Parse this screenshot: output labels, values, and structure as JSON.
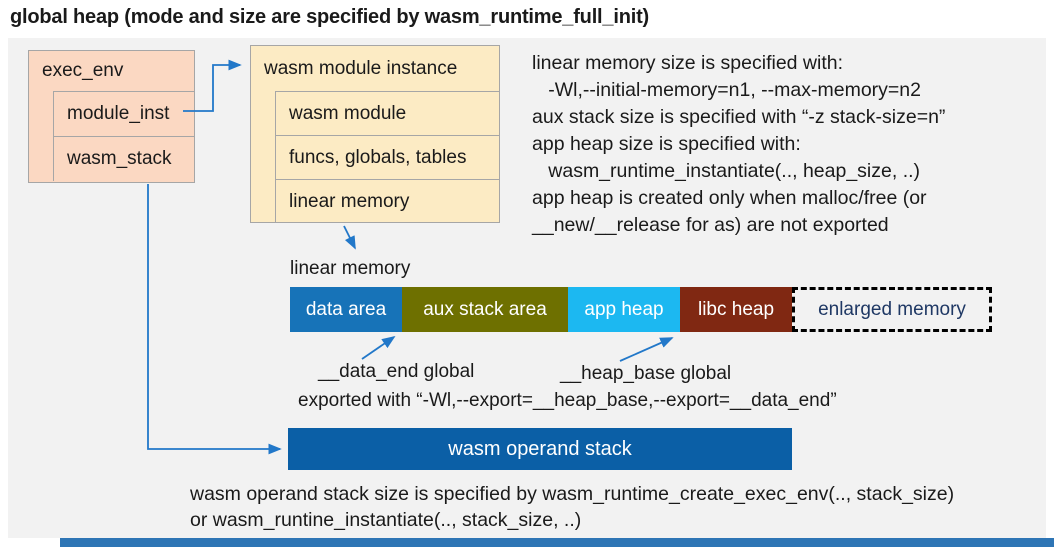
{
  "title": "global heap (mode and size are specified by wasm_runtime_full_init)",
  "exec_env": {
    "header": "exec_env",
    "rows": [
      "module_inst",
      "wasm_stack"
    ]
  },
  "module_instance": {
    "header": "wasm module instance",
    "rows": [
      "wasm module",
      "funcs, globals, tables",
      "linear memory"
    ]
  },
  "notes_right": "linear memory size is specified with:\n   -Wl,--initial-memory=n1, --max-memory=n2\naux stack size is specified with “-z stack-size=n”\napp heap size is specified with:\n   wasm_runtime_instantiate(.., heap_size, ..)\napp heap is created only when malloc/free (or\n__new/__release for as) are not exported",
  "linear_memory": {
    "label": "linear memory",
    "segments": [
      {
        "label": "data area",
        "color": "#1773b8"
      },
      {
        "label": "aux stack area",
        "color": "#6e7000"
      },
      {
        "label": "app heap",
        "color": "#1cb8f1"
      },
      {
        "label": "libc heap",
        "color": "#802812"
      },
      {
        "label": "enlarged memory",
        "color": ""
      }
    ]
  },
  "annotations": {
    "data_end": "__data_end global",
    "heap_base": "__heap_base global",
    "exported": "exported with “-Wl,--export=__heap_base,--export=__data_end”"
  },
  "operand_stack": {
    "label": "wasm operand stack",
    "note": "wasm operand stack size is specified by wasm_runtime_create_exec_env(.., stack_size)\nor wasm_runtine_instantiate(.., stack_size, ..)"
  },
  "colors": {
    "panel_bg": "#f2f2f2",
    "exec_env_fill": "#fbd8c2",
    "module_instance_fill": "#fcebc4",
    "box_border": "#a6a6a6",
    "arrow": "#2278c9",
    "operand_stack_fill": "#0b5fa6",
    "enlarged_text": "#1f3864",
    "bottom_bar": "#2e75b5"
  }
}
